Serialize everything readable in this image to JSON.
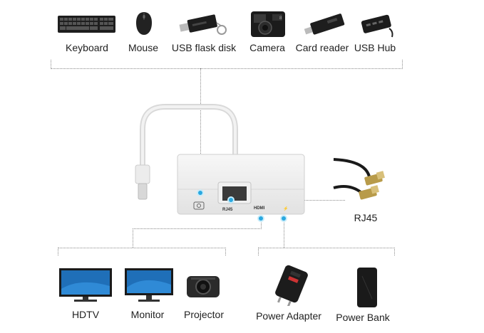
{
  "top_devices": [
    {
      "label": "Keyboard",
      "icon": "keyboard-icon"
    },
    {
      "label": "Mouse",
      "icon": "mouse-icon"
    },
    {
      "label": "USB flask disk",
      "icon": "usb-flash-drive-icon"
    },
    {
      "label": "Camera",
      "icon": "camera-icon"
    },
    {
      "label": "Card reader",
      "icon": "card-reader-icon"
    },
    {
      "label": "USB Hub",
      "icon": "usb-hub-icon"
    }
  ],
  "adapter": {
    "port_labels": {
      "rj45": "RJ45",
      "hdmi": "HDMI",
      "power": "⚡"
    }
  },
  "rj45_cable": {
    "label": "RJ45"
  },
  "bottom_left_devices": [
    {
      "label": "HDTV",
      "icon": "tv-icon"
    },
    {
      "label": "Monitor",
      "icon": "monitor-icon"
    },
    {
      "label": "Projector",
      "icon": "projector-icon"
    }
  ],
  "bottom_right_devices": [
    {
      "label": "Power Adapter",
      "icon": "power-adapter-icon"
    },
    {
      "label": "Power Bank",
      "icon": "power-bank-icon"
    }
  ],
  "colors": {
    "accent": "#2aa8e0",
    "line": "#8a8a8a",
    "device_dark": "#1c1c1c"
  }
}
